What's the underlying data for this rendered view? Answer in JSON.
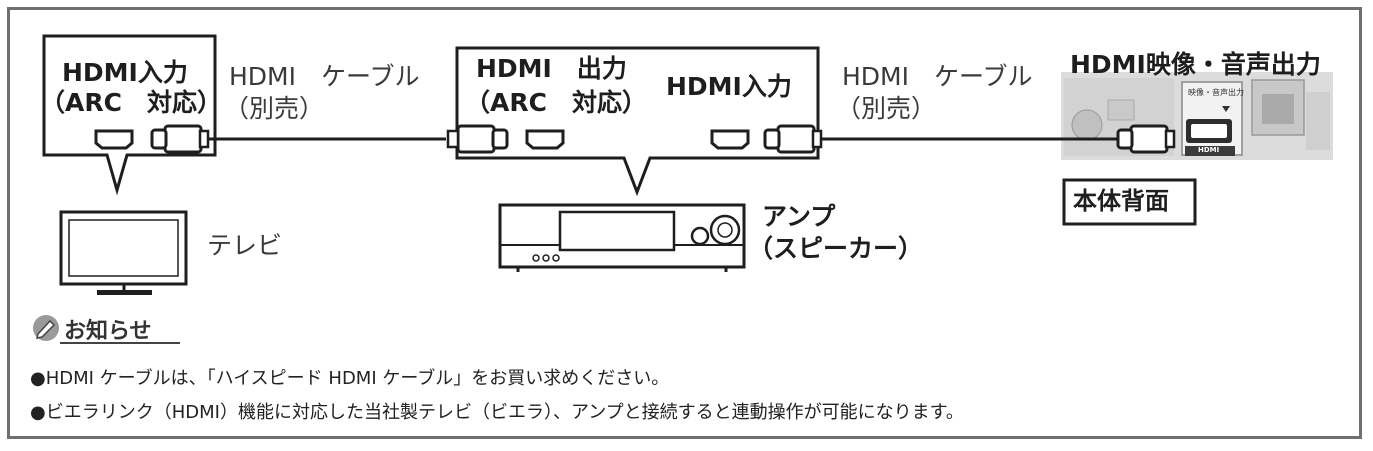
{
  "tv_callout": {
    "line1": "HDMI入力",
    "line2": "（ARC　対応）"
  },
  "cable_left": {
    "line1": "HDMI　ケーブル",
    "line2": "（別売）"
  },
  "amp_callout": {
    "out_line1": "HDMI　出力",
    "out_line2": "（ARC　対応）",
    "in_label": "HDMI入力"
  },
  "cable_right": {
    "line1": "HDMI　ケーブル",
    "line2": "（別売）"
  },
  "rear_panel": {
    "output_label": "HDMI映像・音声出力",
    "caption": "本体背面",
    "jack_label_small": "映像・音声出力",
    "hdmi_badge": "HDMI"
  },
  "tv_label": "テレビ",
  "amp_label": {
    "line1": "アンプ",
    "line2": "（スピーカー）"
  },
  "notice": {
    "heading": "お知らせ",
    "items": [
      "●HDMI ケーブルは、「ハイスピード HDMI ケーブル」をお買い求めください。",
      "●ビエラリンク（HDMI）機能に対応した当社製テレビ（ビエラ）、アンプと接続すると連動操作が可能になります。"
    ]
  },
  "colors": {
    "frame": "#6f6f6f",
    "line": "#1e1e1e",
    "panel_bg": "#dcdcdc",
    "badge_bg": "#3b3b3b"
  }
}
